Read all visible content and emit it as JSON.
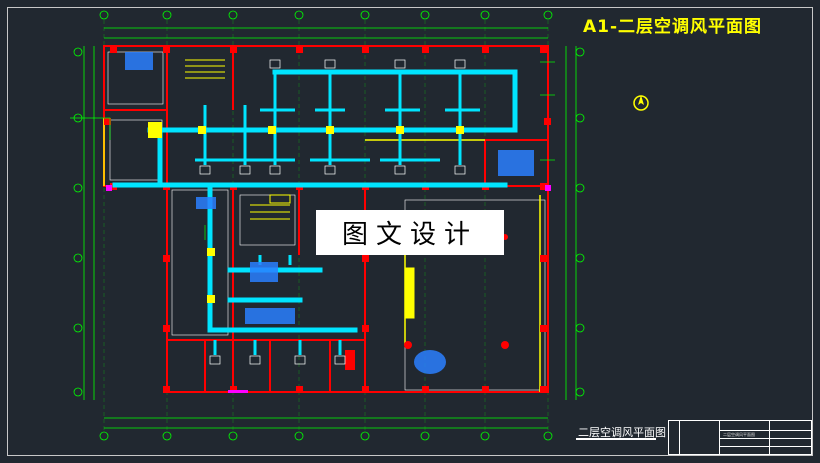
{
  "drawing": {
    "title": "A1-二层空调风平面图",
    "caption": "二层空调风平面图",
    "watermark": "图文设计"
  },
  "title_block": {
    "drawing_name": "二层空调风平面图"
  },
  "colors": {
    "background": "#212830",
    "wall": "#ff0000",
    "column": "#ff0000",
    "duct": "#00e5ff",
    "equipment": "#ffff00",
    "axis": "#00ff00",
    "dimension": "#00ff00",
    "outline": "#ffffff",
    "fixture": "#2a7fff",
    "accent": "#ff00ff"
  }
}
